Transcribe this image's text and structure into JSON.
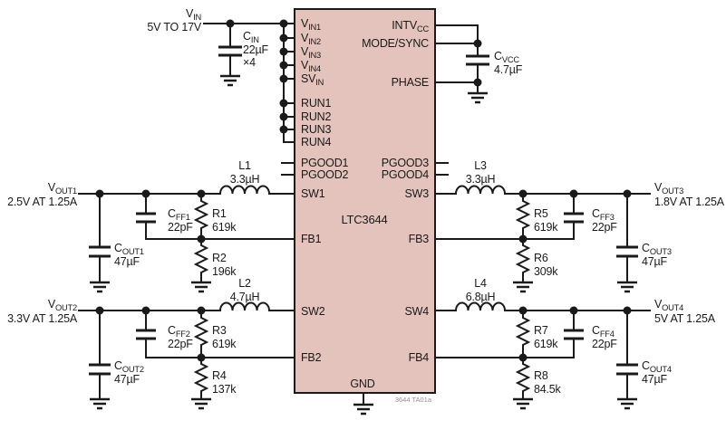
{
  "colors": {
    "chip_fill": "#e4c3bc",
    "wire": "#1a1a1a",
    "note_text": "#8f8f8f"
  },
  "chip": {
    "name": "LTC3644",
    "gnd_pin": "GND",
    "left_pins": [
      {
        "main": "V",
        "sub": "IN1"
      },
      {
        "main": "V",
        "sub": "IN2"
      },
      {
        "main": "V",
        "sub": "IN3"
      },
      {
        "main": "V",
        "sub": "IN4"
      },
      {
        "main": "SV",
        "sub": "IN"
      },
      {
        "main": "RUN1",
        "sub": ""
      },
      {
        "main": "RUN2",
        "sub": ""
      },
      {
        "main": "RUN3",
        "sub": ""
      },
      {
        "main": "RUN4",
        "sub": ""
      },
      {
        "main": "PGOOD1",
        "sub": ""
      },
      {
        "main": "PGOOD2",
        "sub": ""
      },
      {
        "main": "SW1",
        "sub": ""
      },
      {
        "main": "FB1",
        "sub": ""
      },
      {
        "main": "SW2",
        "sub": ""
      },
      {
        "main": "FB2",
        "sub": ""
      }
    ],
    "right_pins": [
      {
        "main": "INTV",
        "sub": "CC"
      },
      {
        "main": "MODE/SYNC",
        "sub": ""
      },
      {
        "main": "PHASE",
        "sub": ""
      },
      {
        "main": "PGOOD3",
        "sub": ""
      },
      {
        "main": "PGOOD4",
        "sub": ""
      },
      {
        "main": "SW3",
        "sub": ""
      },
      {
        "main": "FB3",
        "sub": ""
      },
      {
        "main": "SW4",
        "sub": ""
      },
      {
        "main": "FB4",
        "sub": ""
      }
    ]
  },
  "input": {
    "rail": {
      "main": "V",
      "sub": "IN"
    },
    "range": "5V TO 17V",
    "cap": {
      "main": "C",
      "sub": "IN",
      "value": "22µF",
      "qty": "×4"
    }
  },
  "vcc_cap": {
    "main": "C",
    "sub": "VCC",
    "value": "4.7µF"
  },
  "note": "3644 TA01a",
  "channels": [
    {
      "vout": {
        "main": "V",
        "sub": "OUT1"
      },
      "rating": "2.5V AT 1.25A",
      "inductor": {
        "name": "L1",
        "value": "3.3µH"
      },
      "cff": {
        "main": "C",
        "sub": "FF1",
        "value": "22pF"
      },
      "r_top": {
        "name": "R1",
        "value": "619k"
      },
      "r_bot": {
        "name": "R2",
        "value": "196k"
      },
      "cout": {
        "main": "C",
        "sub": "OUT1",
        "value": "47µF"
      }
    },
    {
      "vout": {
        "main": "V",
        "sub": "OUT2"
      },
      "rating": "3.3V AT 1.25A",
      "inductor": {
        "name": "L2",
        "value": "4.7µH"
      },
      "cff": {
        "main": "C",
        "sub": "FF2",
        "value": "22pF"
      },
      "r_top": {
        "name": "R3",
        "value": "619k"
      },
      "r_bot": {
        "name": "R4",
        "value": "137k"
      },
      "cout": {
        "main": "C",
        "sub": "OUT2",
        "value": "47µF"
      }
    },
    {
      "vout": {
        "main": "V",
        "sub": "OUT3"
      },
      "rating": "1.8V AT 1.25A",
      "inductor": {
        "name": "L3",
        "value": "3.3µH"
      },
      "cff": {
        "main": "C",
        "sub": "FF3",
        "value": "22pF"
      },
      "r_top": {
        "name": "R5",
        "value": "619k"
      },
      "r_bot": {
        "name": "R6",
        "value": "309k"
      },
      "cout": {
        "main": "C",
        "sub": "OUT3",
        "value": "47µF"
      }
    },
    {
      "vout": {
        "main": "V",
        "sub": "OUT4"
      },
      "rating": "5V AT 1.25A",
      "inductor": {
        "name": "L4",
        "value": "6.8µH"
      },
      "cff": {
        "main": "C",
        "sub": "FF4",
        "value": "22pF"
      },
      "r_top": {
        "name": "R7",
        "value": "619k"
      },
      "r_bot": {
        "name": "R8",
        "value": "84.5k"
      },
      "cout": {
        "main": "C",
        "sub": "OUT4",
        "value": "47µF"
      }
    }
  ]
}
